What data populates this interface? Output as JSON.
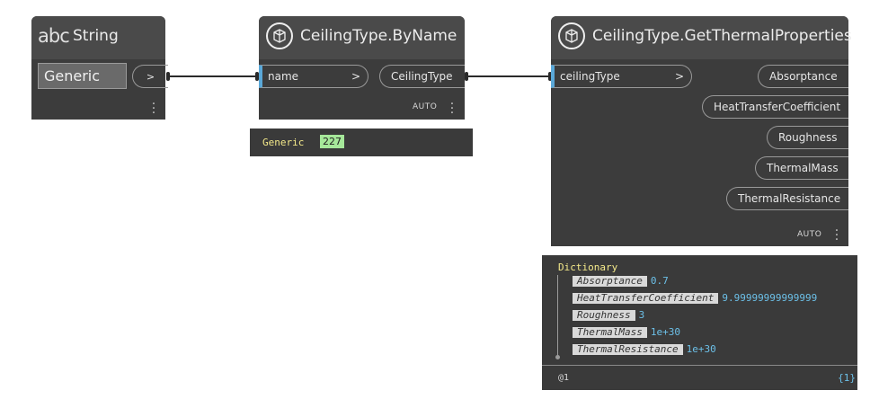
{
  "string_node": {
    "icon_text": "abc",
    "title": "String",
    "value": "Generic",
    "out_arrow": ">"
  },
  "byname_node": {
    "title": "CeilingType.ByName",
    "input_label": "name",
    "input_arrow": ">",
    "output_label": "CeilingType",
    "lacing": "AUTO",
    "preview": {
      "value": "Generic",
      "id": "227"
    }
  },
  "thermal_node": {
    "title": "CeilingType.GetThermalProperties",
    "input_label": "ceilingType",
    "input_arrow": ">",
    "outputs": [
      "Absorptance",
      "HeatTransferCoefficient",
      "Roughness",
      "ThermalMass",
      "ThermalResistance"
    ],
    "lacing": "AUTO",
    "preview": {
      "type": "Dictionary",
      "entries": [
        {
          "key": "Absorptance",
          "value": "0.7"
        },
        {
          "key": "HeatTransferCoefficient",
          "value": "9.99999999999999"
        },
        {
          "key": "Roughness",
          "value": "3"
        },
        {
          "key": "ThermalMass",
          "value": "1e+30"
        },
        {
          "key": "ThermalResistance",
          "value": "1e+30"
        }
      ],
      "level": "@1",
      "count": "{1}"
    }
  }
}
